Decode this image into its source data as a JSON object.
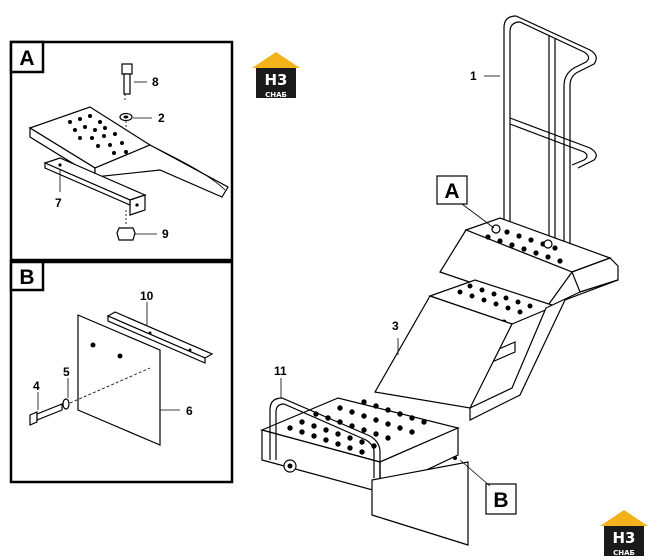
{
  "detail_a": {
    "label": "A",
    "parts": [
      "8",
      "2",
      "7",
      "9"
    ]
  },
  "detail_b": {
    "label": "B",
    "parts": [
      "10",
      "4",
      "5",
      "6"
    ]
  },
  "main_view": {
    "parts": [
      "1",
      "3",
      "11"
    ],
    "callout_a": "A",
    "callout_b": "B"
  },
  "logo": {
    "mark": "H3",
    "name": "СНАБ",
    "colors": {
      "roof": "#f3b21c",
      "body": "#1a1a1a"
    }
  }
}
